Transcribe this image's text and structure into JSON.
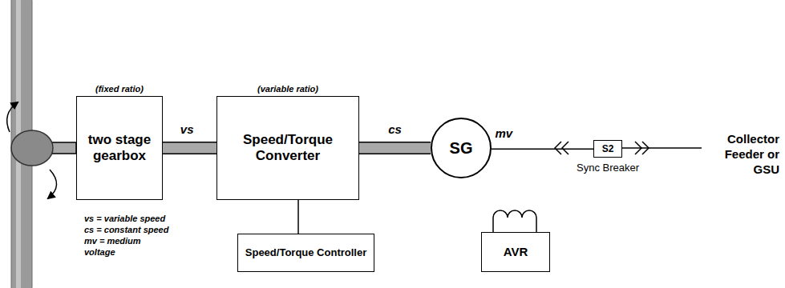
{
  "diagram": {
    "nodes": [
      {
        "text": [
          "(fixed ratio)",
          "two stage gearbox"
        ]
      },
      {
        "text": [
          "(variable ratio)",
          "Speed/Torque Converter"
        ]
      },
      {
        "text": [
          "Speed/Torque Controller"
        ]
      },
      {
        "text": [
          "SG"
        ]
      },
      {
        "text": [
          "AVR"
        ]
      },
      {
        "text": [
          "S2",
          "Sync Breaker"
        ]
      }
    ],
    "edges": [
      {
        "from": 0,
        "to": 1,
        "label": "vs",
        "arrow": "none"
      },
      {
        "from": 1,
        "to": 3,
        "label": "cs",
        "arrow": "none"
      },
      {
        "from": 1,
        "to": 2,
        "arrow": "none"
      },
      {
        "from": 3,
        "to": 5,
        "label": "mv",
        "arrow": "none"
      }
    ],
    "labels": [
      "vs = variable speed",
      "cs = constant speed",
      "mv = medium voltage",
      "Collector Feeder or GSU"
    ]
  }
}
